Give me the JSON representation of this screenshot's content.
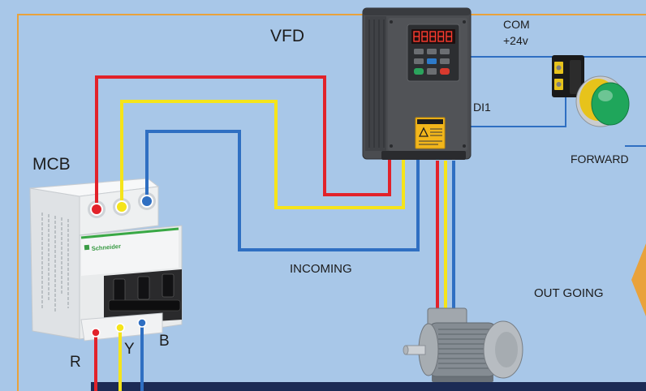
{
  "diagram": {
    "labels": {
      "vfd": "VFD",
      "mcb": "MCB",
      "com": "COM",
      "plus_24v": "+24v",
      "di1": "DI1",
      "forward": "FORWARD",
      "incoming": "INCOMING",
      "outgoing": "OUT GOING",
      "phase_r": "R",
      "phase_y": "Y",
      "phase_b": "B"
    },
    "mcb": {
      "brand": "Schneider"
    },
    "icons": {
      "vfd": "vfd-icon",
      "mcb": "mcb-breaker-icon",
      "push_button": "push-button-icon",
      "motor": "motor-icon",
      "caution_label": "caution-label-icon"
    },
    "colors": {
      "background": "#a8c7e8",
      "border": "#e9a23b",
      "bottom_band": "#1c2b55",
      "wire_red": "#e2222a",
      "wire_yellow": "#f5e41a",
      "wire_blue": "#2f6fc2",
      "button_green": "#1fa65b",
      "vfd_body": "#4a4c50"
    }
  }
}
